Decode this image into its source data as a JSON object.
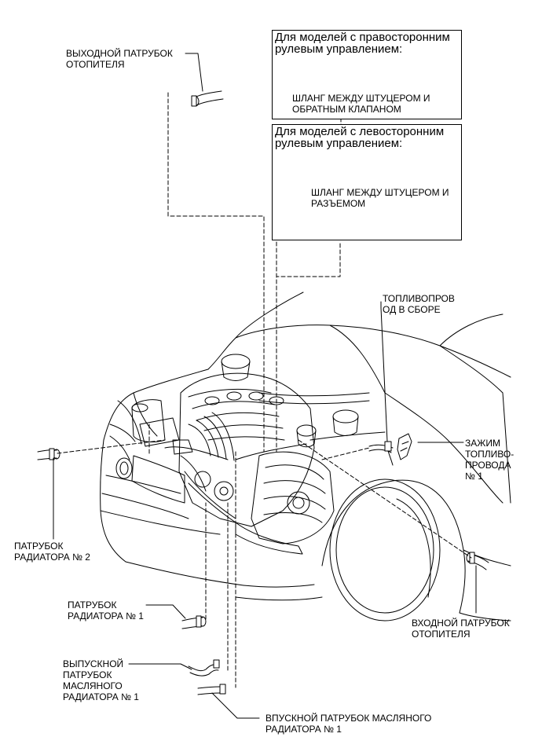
{
  "inset_rhd": {
    "title_line1": "Для моделей с правосторонним",
    "title_line2": "рулевым управлением:",
    "label_line1": "ШЛАНГ МЕЖДУ ШТУЦЕРОМ И",
    "label_line2": "ОБРАТНЫМ КЛАПАНОМ"
  },
  "inset_lhd": {
    "title_line1": "Для моделей с левосторонним",
    "title_line2": "рулевым управлением:",
    "label_line1": "ШЛАНГ МЕЖДУ ШТУЦЕРОМ И",
    "label_line2": "РАЗЪЕМОМ"
  },
  "labels": {
    "heater_outlet": [
      "ВЫХОДНОЙ ПАТРУБОК",
      "ОТОПИТЕЛЯ"
    ],
    "fuel_tube": [
      "ТОПЛИВОПРОВ",
      "ОД В СБОРЕ"
    ],
    "fuel_clamp": [
      "ЗАЖИМ",
      "ТОПЛИВО-",
      "ПРОВОДА",
      "№ 1"
    ],
    "radiator_hose_2": [
      "ПАТРУБОК",
      "РАДИАТОРА № 2"
    ],
    "heater_inlet": [
      "ВХОДНОЙ ПАТРУБОК",
      "ОТОПИТЕЛЯ"
    ],
    "radiator_hose_1": [
      "ПАТРУБОК",
      "РАДИАТОРА № 1"
    ],
    "oil_cooler_outlet": [
      "ВЫПУСКНОЙ",
      "ПАТРУБОК",
      "МАСЛЯНОГО",
      "РАДИАТОРА № 1"
    ],
    "oil_cooler_inlet": [
      "ВПУСКНОЙ ПАТРУБОК МАСЛЯНОГО",
      "РАДИАТОРА № 1"
    ]
  }
}
